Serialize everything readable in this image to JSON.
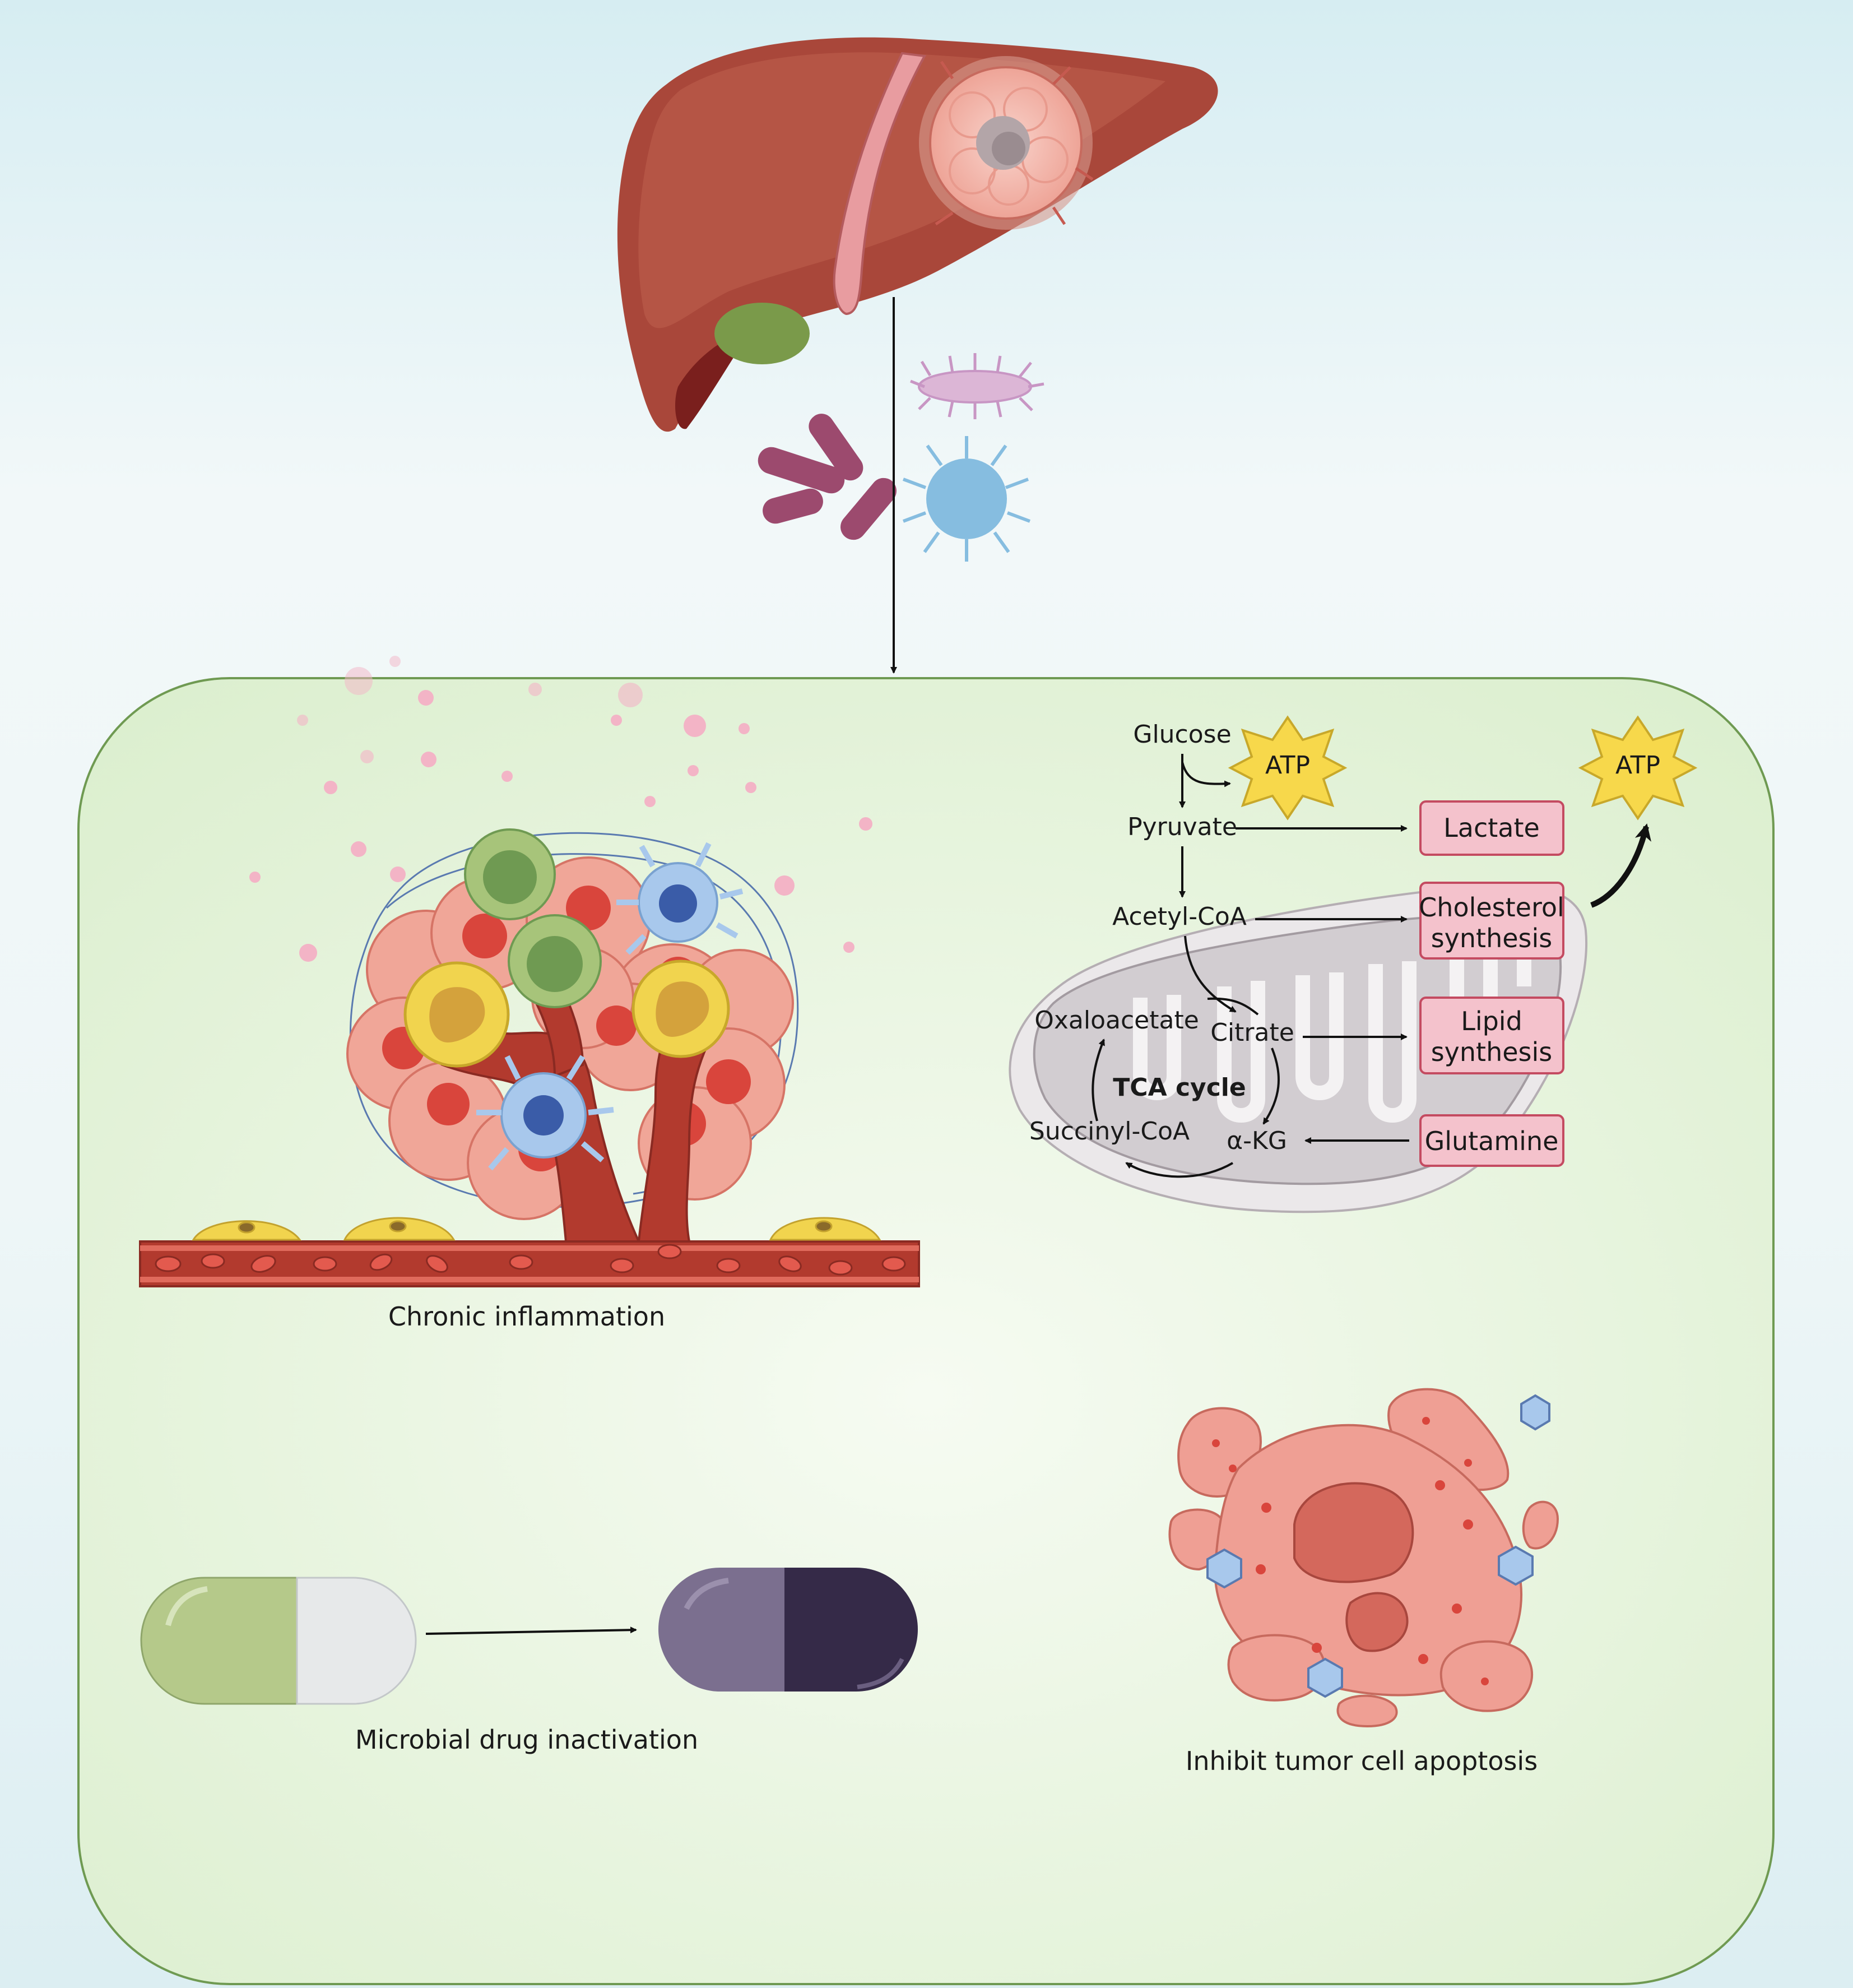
{
  "colors": {
    "bg_top": "#d9eef3",
    "bg_bottom": "#e3f1f4",
    "panel_fill": "#e4f2d8",
    "panel_stroke": "#6f9a52",
    "liver": "#a9473a",
    "tumor": "#f3b7ad",
    "pink_box": "#f4c2cc",
    "pink_box_stroke": "#c44b61",
    "atp_star": "#f7d84b",
    "mito_outer": "#ebe8ea",
    "mito_inner": "#d2cdd1",
    "blood_vessel": "#b23a2e",
    "capsule_green": "#b5c98a",
    "capsule_white": "#e7e9ea",
    "capsule_purple": "#7b6f8f",
    "capsule_dark": "#352a48"
  },
  "icons": [
    "liver-icon",
    "bacterium-rod-icon",
    "protozoa-icon",
    "fungus-icon",
    "tumor-cell-cluster-icon",
    "blood-vessel-icon",
    "mitochondrion-icon",
    "atp-star-icon",
    "capsule-icon",
    "apoptotic-cell-icon",
    "drug-molecule-icon"
  ],
  "metabolism": {
    "glucose": "Glucose",
    "pyruvate": "Pyruvate",
    "acetyl_coa": "Acetyl-CoA",
    "citrate": "Citrate",
    "oxaloacetate": "Oxaloacetate",
    "succinyl_coa": "Succinyl-CoA",
    "akg": "α-KG",
    "tca_cycle": "TCA cycle",
    "atp_small": "ATP",
    "atp_large": "ATP",
    "lactate": "Lactate",
    "cholesterol_line1": "Cholesterol",
    "cholesterol_line2": "synthesis",
    "lipid_line1": "Lipid",
    "lipid_line2": "synthesis",
    "glutamine": "Glutamine"
  },
  "captions": {
    "inflammation": "Chronic inflammation",
    "drug": "Microbial drug inactivation",
    "apoptosis": "Inhibit tumor cell apoptosis"
  }
}
